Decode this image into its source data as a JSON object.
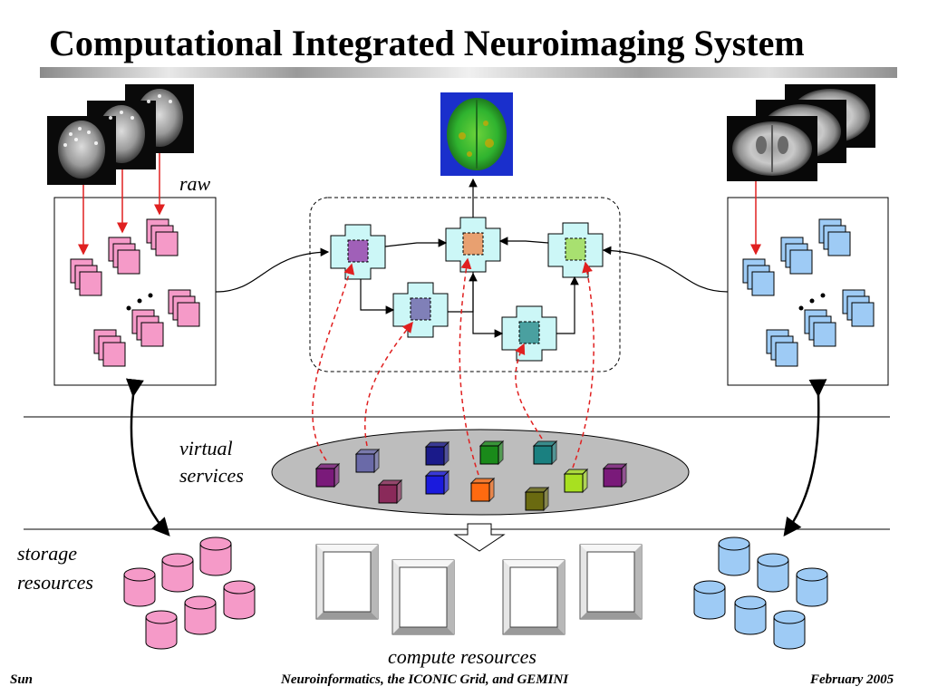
{
  "title": "Computational Integrated Neuroimaging System",
  "labels": {
    "raw": "raw",
    "virtual_line1": "virtual",
    "virtual_line2": "services",
    "storage_line1": "storage",
    "storage_line2": "resources",
    "compute": "compute resources"
  },
  "footer": {
    "left": "Sun",
    "center": "Neuroinformatics, the ICONIC Grid, and GEMINI",
    "right": "February 2005"
  },
  "colors": {
    "pink": "#f59ac8",
    "blue": "#9ecbf5",
    "node_fill": "#ccf7f7",
    "ellipse": "#bdbdbd",
    "dashed_arrow": "#e02020",
    "brain_green": "#2fb32f",
    "brain_bg": "#1a2fcc"
  },
  "icons": {
    "photos_left": "head-photo-icon",
    "photos_right": "brain-mri-slice-icon",
    "brain": "brain-render-icon",
    "storage": "database-cylinder-icon",
    "compute": "monitor-frame-icon",
    "services": "service-cube-icon"
  }
}
